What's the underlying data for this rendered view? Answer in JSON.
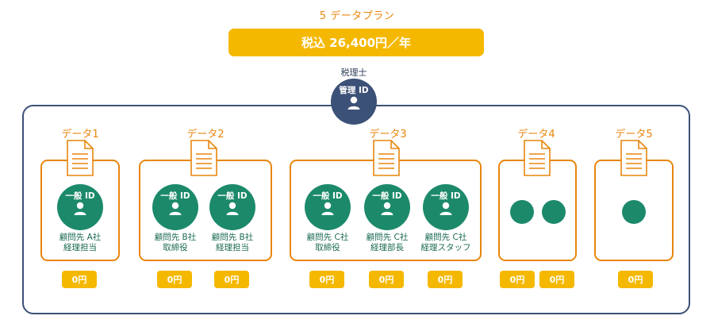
{
  "plan": {
    "title": "5 データプラン",
    "price": "税込 26,400円／年"
  },
  "admin": {
    "role": "税理士",
    "id_label": "管理 ID"
  },
  "colors": {
    "accent_orange": "#e8860e",
    "price_yellow": "#f5b800",
    "admin_navy": "#3c5177",
    "user_green": "#1c8a6a"
  },
  "groups": [
    {
      "label": "データ1",
      "users": [
        {
          "id_label": "一般 ID",
          "name": "顧問先 A社\n経理担当",
          "fee": "0円"
        }
      ],
      "free_slots": []
    },
    {
      "label": "データ2",
      "users": [
        {
          "id_label": "一般 ID",
          "name": "顧問先 B社\n取締役",
          "fee": "0円"
        },
        {
          "id_label": "一般 ID",
          "name": "顧問先 B社\n経理担当",
          "fee": "0円"
        }
      ],
      "free_slots": []
    },
    {
      "label": "データ3",
      "users": [
        {
          "id_label": "一般 ID",
          "name": "顧問先 C社\n取締役",
          "fee": "0円"
        },
        {
          "id_label": "一般 ID",
          "name": "顧問先 C社\n経理部長",
          "fee": "0円"
        },
        {
          "id_label": "一般 ID",
          "name": "顧問先 C社\n経理スタッフ",
          "fee": "0円"
        }
      ],
      "free_slots": []
    },
    {
      "label": "データ4",
      "users": [],
      "free_slots": [
        {
          "fee": "0円"
        },
        {
          "fee": "0円"
        }
      ]
    },
    {
      "label": "データ5",
      "users": [],
      "free_slots": [
        {
          "fee": "0円"
        }
      ]
    }
  ]
}
